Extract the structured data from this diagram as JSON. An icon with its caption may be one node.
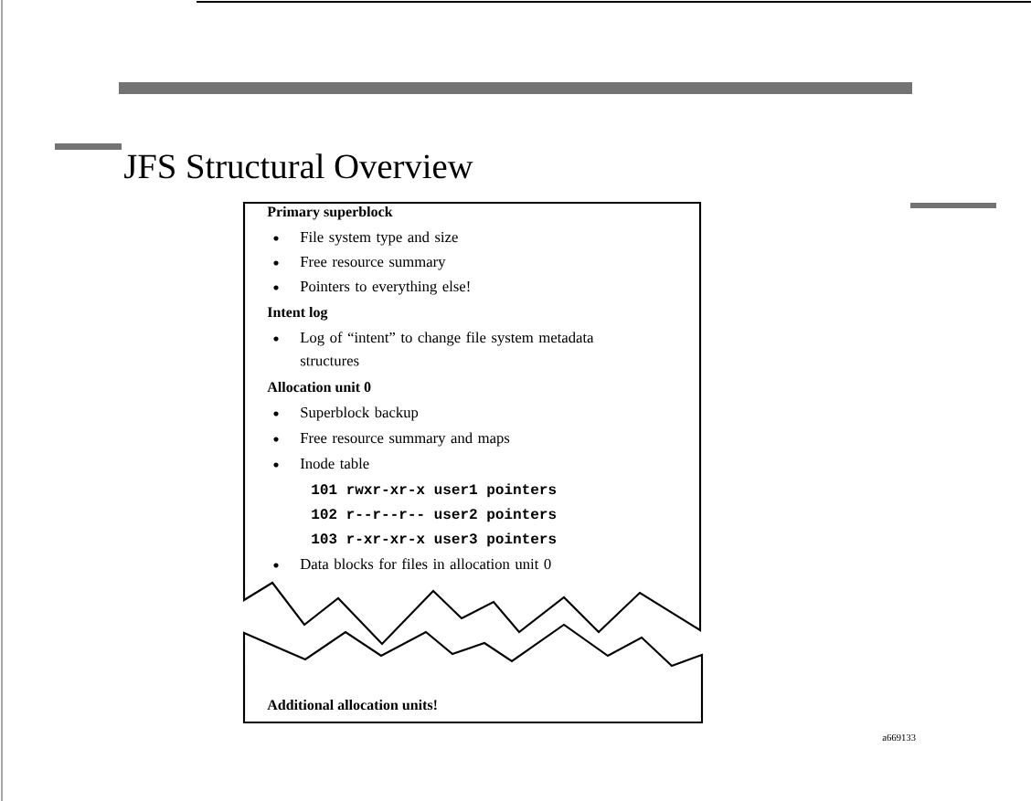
{
  "diagram": {
    "title": "JFS Structural Overview",
    "nodes": [
      {
        "text": [
          "Primary superblock",
          "File system type and size",
          "Free resource summary",
          "Pointers to everything else!",
          "Intent log",
          "Log of “intent” to change file system metadata structures",
          "Allocation unit 0",
          "Superblock backup",
          "Free resource summary and maps",
          "Inode table",
          "101 rwxr-xr-x user1 pointers",
          "102 r--r--r-- user2 pointers",
          "103 r-xr-xr-x user3 pointers",
          "Data blocks for files in allocation unit 0"
        ]
      },
      {
        "text": [
          "Additional allocation units!"
        ]
      }
    ],
    "labels": [
      "a669133"
    ]
  }
}
